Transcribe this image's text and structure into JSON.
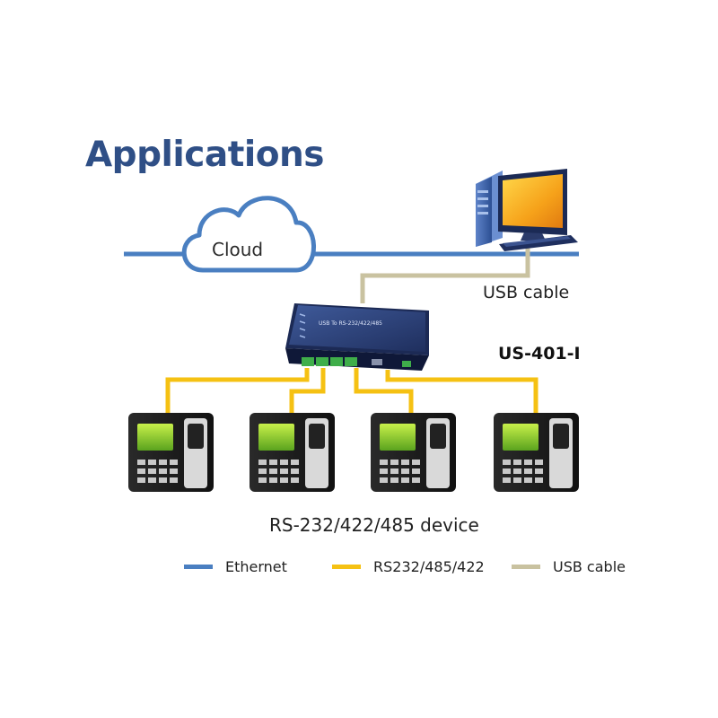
{
  "title": "Applications",
  "cloud_label": "Cloud",
  "usb_label": "USB cable",
  "model_label": "US-401-I",
  "converter_text": "USB To RS-232/422/485",
  "device_label": "RS-232/422/485 device",
  "colors": {
    "ethernet": "#4a7fc1",
    "serial": "#f5c113",
    "usb": "#c9c2a0",
    "title": "#2f4f86"
  },
  "legend": [
    {
      "label": "Ethernet",
      "color": "#4a7fc1"
    },
    {
      "label": "RS232/485/422",
      "color": "#f5c113"
    },
    {
      "label": "USB cable",
      "color": "#c9c2a0"
    }
  ]
}
